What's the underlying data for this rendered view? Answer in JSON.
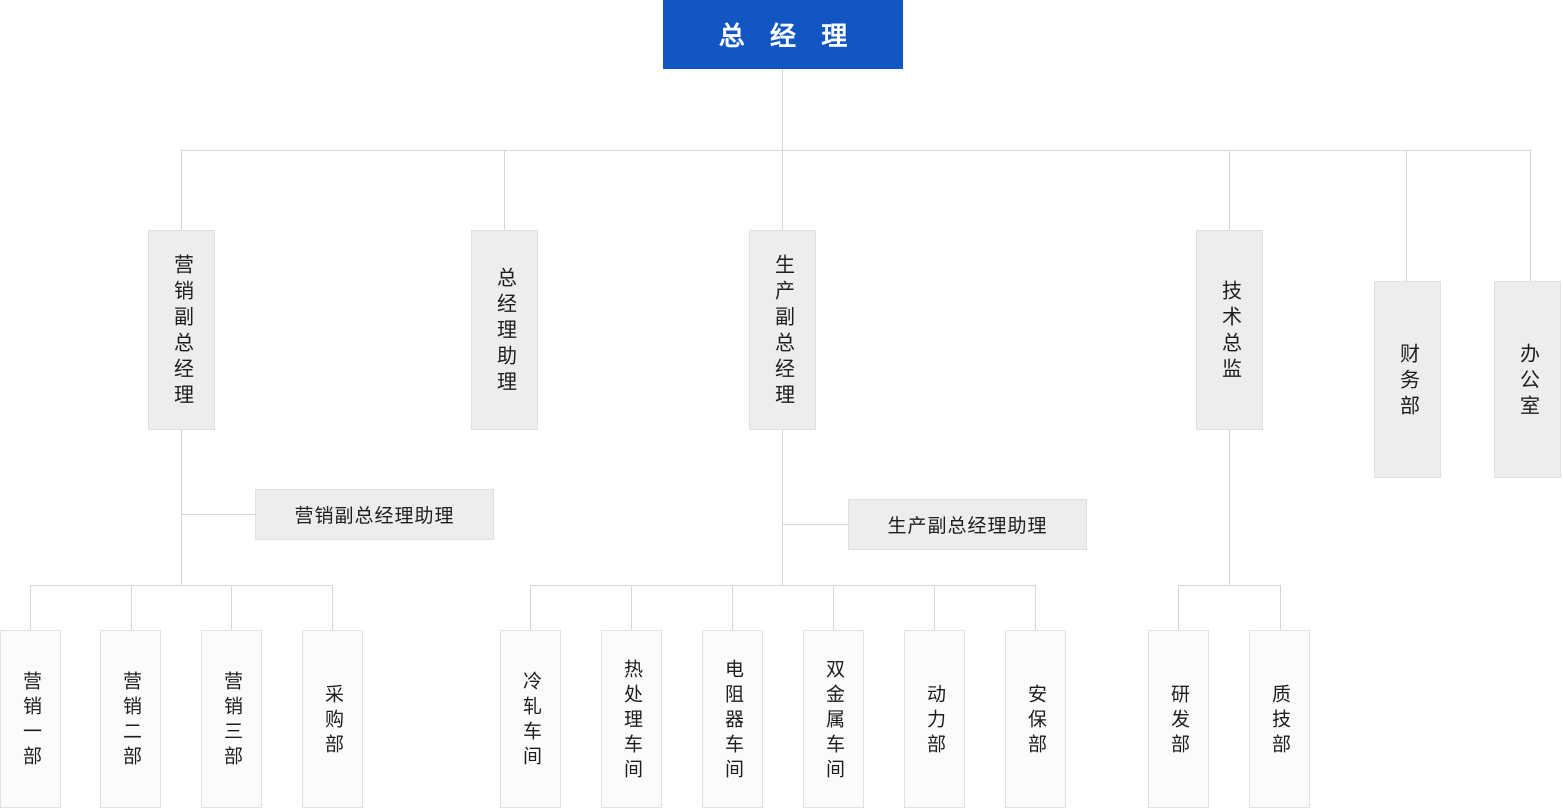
{
  "meta": {
    "title": "公司组织架构图",
    "colors": {
      "root_fill": "#1256c4",
      "root_text": "#ffffff",
      "node_fill": "#ededed",
      "leaf_fill": "#fbfbfb",
      "border": "#dcdcdc",
      "line": "#d5d5d5",
      "text": "#1d1d1d"
    }
  },
  "root": {
    "label": "总 经 理"
  },
  "level2": [
    {
      "id": "marketing-vp",
      "label": "营销副总经理"
    },
    {
      "id": "gm-assistant",
      "label": "总经理助理"
    },
    {
      "id": "production-vp",
      "label": "生产副总经理"
    },
    {
      "id": "tech-director",
      "label": "技术总监"
    },
    {
      "id": "finance-dept",
      "label": "财务部"
    },
    {
      "id": "office-dept",
      "label": "办公室"
    }
  ],
  "assistants": [
    {
      "id": "marketing-vp-assistant",
      "label": "营销副总经理助理"
    },
    {
      "id": "production-vp-assistant",
      "label": "生产副总经理助理"
    }
  ],
  "marketing_children": [
    {
      "id": "sales-1",
      "label": "营销一部"
    },
    {
      "id": "sales-2",
      "label": "营销二部"
    },
    {
      "id": "sales-3",
      "label": "营销三部"
    },
    {
      "id": "purchasing",
      "label": "采购部"
    }
  ],
  "production_children": [
    {
      "id": "cold-rolling",
      "label": "冷轧车间"
    },
    {
      "id": "heat-treatment",
      "label": "热处理车间"
    },
    {
      "id": "resistor",
      "label": "电阻器车间"
    },
    {
      "id": "bimetal",
      "label": "双金属车间"
    },
    {
      "id": "power",
      "label": "动力部"
    },
    {
      "id": "security",
      "label": "安保部"
    }
  ],
  "tech_children": [
    {
      "id": "rnd",
      "label": "研发部"
    },
    {
      "id": "quality",
      "label": "质技部"
    }
  ]
}
